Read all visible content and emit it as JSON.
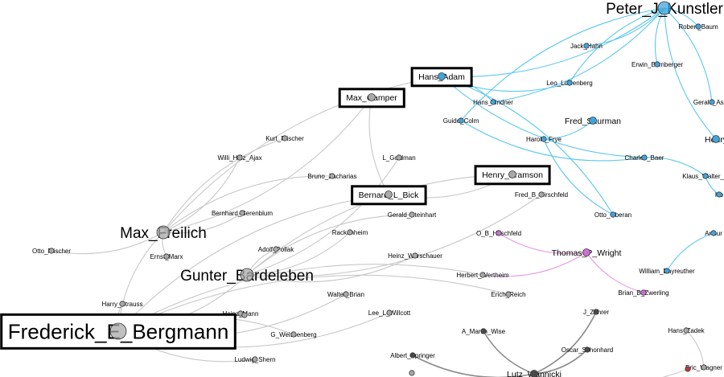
{
  "graph": {
    "colors": {
      "gray_edge": "#c8c8c8",
      "dark_edge": "#8c8c8c",
      "blue_edge": "#5ac8ee",
      "pink_edge": "#e79ae6",
      "gray_node": "#a9a9a9",
      "blue_node": "#3fa6dc",
      "pink_node": "#cf6fd4",
      "dark_node": "#4a4a4a",
      "red_node": "#c23b3b"
    },
    "nodes": [
      {
        "id": "kunstler",
        "label": "Peter_J_Kunstler",
        "group": "blue",
        "size": "large",
        "highlighted": false
      },
      {
        "id": "baum",
        "label": "Robert_Baum",
        "group": "blue",
        "size": "tiny",
        "highlighted": false
      },
      {
        "id": "jhahn",
        "label": "Jack_Hahn",
        "group": "blue",
        "size": "tiny",
        "highlighted": false
      },
      {
        "id": "bamberger",
        "label": "Erwin_Bamberger",
        "group": "blue",
        "size": "tiny",
        "highlighted": false
      },
      {
        "id": "adam",
        "label": "Hans_Adam",
        "group": "blue",
        "size": "small",
        "highlighted": true
      },
      {
        "id": "lowenberg",
        "label": "Leo_Lowenberg",
        "group": "blue",
        "size": "tiny",
        "highlighted": false
      },
      {
        "id": "gasch",
        "label": "Gerald_Asch",
        "group": "blue",
        "size": "tiny",
        "highlighted": false
      },
      {
        "id": "gamper",
        "label": "Max_Gamper",
        "group": "gray",
        "size": "small",
        "highlighted": true
      },
      {
        "id": "lindner",
        "label": "Hans_Lindner",
        "group": "blue",
        "size": "tiny",
        "highlighted": false
      },
      {
        "id": "colm",
        "label": "Guido_Colm",
        "group": "blue",
        "size": "tiny",
        "highlighted": false
      },
      {
        "id": "shurman",
        "label": "Fred_Shurman",
        "group": "blue",
        "size": "small",
        "highlighted": false
      },
      {
        "id": "henry",
        "label": "Henry",
        "group": "blue",
        "size": "small",
        "highlighted": false
      },
      {
        "id": "plischer",
        "label": "Kurt_Plischer",
        "group": "gray",
        "size": "tiny",
        "highlighted": false
      },
      {
        "id": "frye",
        "label": "Harold_Frye",
        "group": "blue",
        "size": "tiny",
        "highlighted": false
      },
      {
        "id": "ajax",
        "label": "Willi_Holz_Ajax",
        "group": "gray",
        "size": "tiny",
        "highlighted": false
      },
      {
        "id": "goldman",
        "label": "L_Goldman",
        "group": "gray",
        "size": "tiny",
        "highlighted": false
      },
      {
        "id": "baer",
        "label": "Charles_Baer",
        "group": "blue",
        "size": "tiny",
        "highlighted": false
      },
      {
        "id": "zacharias",
        "label": "Bruno_Zacharias",
        "group": "gray",
        "size": "tiny",
        "highlighted": false
      },
      {
        "id": "bramson",
        "label": "Henry_Bramson",
        "group": "gray",
        "size": "small",
        "highlighted": true
      },
      {
        "id": "walter",
        "label": "Klaus_Walter_H",
        "group": "blue",
        "size": "tiny",
        "highlighted": false
      },
      {
        "id": "bick",
        "label": "Bernard_L_Bick",
        "group": "gray",
        "size": "small",
        "highlighted": true
      },
      {
        "id": "hirschfeld",
        "label": "Fred_B_Hirschfeld",
        "group": "gray",
        "size": "tiny",
        "highlighted": false
      },
      {
        "id": "ho",
        "label": "Ho",
        "group": "blue",
        "size": "tiny",
        "highlighted": false
      },
      {
        "id": "berenblum",
        "label": "Bernhard_Berenblum",
        "group": "gray",
        "size": "tiny",
        "highlighted": false
      },
      {
        "id": "steinhart",
        "label": "Gerald_Steinhart",
        "group": "gray",
        "size": "tiny",
        "highlighted": false
      },
      {
        "id": "oberan",
        "label": "Otto_Oberan",
        "group": "blue",
        "size": "tiny",
        "highlighted": false
      },
      {
        "id": "freilich",
        "label": "Max_Freilich",
        "group": "gray",
        "size": "large",
        "highlighted": false
      },
      {
        "id": "rackenheim",
        "label": "Rackenheim",
        "group": "gray",
        "size": "tiny",
        "highlighted": false
      },
      {
        "id": "hoschfeld",
        "label": "O_B_Hoschfeld",
        "group": "pink",
        "size": "tiny",
        "highlighted": false
      },
      {
        "id": "arthur",
        "label": "Arthur",
        "group": "blue",
        "size": "tiny",
        "highlighted": false
      },
      {
        "id": "otto",
        "label": "Otto_Plischer",
        "group": "gray",
        "size": "tiny",
        "highlighted": false
      },
      {
        "id": "pollak",
        "label": "Adolf_Pollak",
        "group": "gray",
        "size": "tiny",
        "highlighted": false
      },
      {
        "id": "marx",
        "label": "Ernst_Marx",
        "group": "gray",
        "size": "tiny",
        "highlighted": false
      },
      {
        "id": "warschauer",
        "label": "Heinz_Warschauer",
        "group": "gray",
        "size": "tiny",
        "highlighted": false
      },
      {
        "id": "wright",
        "label": "Thomas_P_Wright",
        "group": "pink",
        "size": "small",
        "highlighted": false
      },
      {
        "id": "bardeleben",
        "label": "Gunter_Bardeleben",
        "group": "gray",
        "size": "large",
        "highlighted": false
      },
      {
        "id": "bayreuther",
        "label": "William_Bayreuther",
        "group": "blue",
        "size": "tiny",
        "highlighted": false
      },
      {
        "id": "wertheim",
        "label": "Herbert_Wertheim",
        "group": "gray",
        "size": "tiny",
        "highlighted": false
      },
      {
        "id": "brian",
        "label": "Walter_Brian",
        "group": "gray",
        "size": "tiny",
        "highlighted": false
      },
      {
        "id": "reich",
        "label": "Erich_Reich",
        "group": "gray",
        "size": "tiny",
        "highlighted": false
      },
      {
        "id": "zwerling",
        "label": "Brian_B_Zwerling",
        "group": "pink",
        "size": "tiny",
        "highlighted": false
      },
      {
        "id": "strauss",
        "label": "Harry_Strauss",
        "group": "gray",
        "size": "tiny",
        "highlighted": false
      },
      {
        "id": "heinzmann",
        "label": "Heinz_Mann",
        "group": "gray",
        "size": "tiny",
        "highlighted": false
      },
      {
        "id": "willcott",
        "label": "Lee_L_Willcott",
        "group": "gray",
        "size": "tiny",
        "highlighted": false
      },
      {
        "id": "zahrer",
        "label": "J_Zahrer",
        "group": "dark",
        "size": "tiny",
        "highlighted": false
      },
      {
        "id": "bergmann",
        "label": "Frederick_E_Bergmann",
        "group": "gray",
        "size": "xlarge",
        "highlighted": true
      },
      {
        "id": "weissenberg",
        "label": "G_Weissenberg",
        "group": "gray",
        "size": "tiny",
        "highlighted": false
      },
      {
        "id": "mwise",
        "label": "A_Martin_Wise",
        "group": "dark",
        "size": "tiny",
        "highlighted": false
      },
      {
        "id": "zadek",
        "label": "Hans_Zadek",
        "group": "gray",
        "size": "tiny",
        "highlighted": false
      },
      {
        "id": "shern",
        "label": "Ludwig_Shern",
        "group": "gray",
        "size": "tiny",
        "highlighted": false
      },
      {
        "id": "schonhard",
        "label": "Oscar_Schonhard",
        "group": "dark",
        "size": "tiny",
        "highlighted": false
      },
      {
        "id": "springer",
        "label": "Albert_Springer",
        "group": "dark",
        "size": "tiny",
        "highlighted": false
      },
      {
        "id": "wagner",
        "label": "Eric_Wagner",
        "group": "gray",
        "size": "tiny",
        "highlighted": false
      },
      {
        "id": "wannicki",
        "label": "Lutz_Wannicki",
        "group": "dark",
        "size": "small",
        "highlighted": false
      },
      {
        "id": "hmark",
        "label": "",
        "group": "red",
        "size": "tiny",
        "highlighted": false
      },
      {
        "id": "bm1",
        "label": "",
        "group": "gray",
        "size": "tiny",
        "highlighted": false
      },
      {
        "id": "bm2",
        "label": "",
        "group": "gray",
        "size": "tiny",
        "highlighted": false
      }
    ],
    "edges": [
      {
        "from": "kunstler",
        "to": "jhahn",
        "color": "blue"
      },
      {
        "from": "kunstler",
        "to": "bamberger",
        "color": "blue"
      },
      {
        "from": "kunstler",
        "to": "adam",
        "color": "blue"
      },
      {
        "from": "kunstler",
        "to": "lowenberg",
        "color": "blue"
      },
      {
        "from": "kunstler",
        "to": "lindner",
        "color": "blue"
      },
      {
        "from": "kunstler",
        "to": "colm",
        "color": "blue"
      },
      {
        "from": "kunstler",
        "to": "gasch",
        "color": "blue"
      },
      {
        "from": "kunstler",
        "to": "henry",
        "color": "blue"
      },
      {
        "from": "kunstler",
        "to": "baum",
        "color": "blue"
      },
      {
        "from": "adam",
        "to": "lowenberg",
        "color": "blue"
      },
      {
        "from": "adam",
        "to": "lindner",
        "color": "blue"
      },
      {
        "from": "adam",
        "to": "baer",
        "color": "blue"
      },
      {
        "from": "adam",
        "to": "oberan",
        "color": "blue"
      },
      {
        "from": "colm",
        "to": "baer",
        "color": "blue"
      },
      {
        "from": "shurman",
        "to": "frye",
        "color": "blue"
      },
      {
        "from": "frye",
        "to": "oberan",
        "color": "blue"
      },
      {
        "from": "baer",
        "to": "walter",
        "color": "blue"
      },
      {
        "from": "walter",
        "to": "ho",
        "color": "blue"
      },
      {
        "from": "bayreuther",
        "to": "arthur",
        "color": "blue"
      },
      {
        "from": "gamper",
        "to": "bick",
        "color": "gray"
      },
      {
        "from": "gamper",
        "to": "freilich",
        "color": "gray"
      },
      {
        "from": "adam",
        "to": "freilich",
        "color": "gray"
      },
      {
        "from": "goldman",
        "to": "bardeleben",
        "color": "gray"
      },
      {
        "from": "plischer",
        "to": "freilich",
        "color": "gray"
      },
      {
        "from": "ajax",
        "to": "freilich",
        "color": "gray"
      },
      {
        "from": "zacharias",
        "to": "freilich",
        "color": "gray"
      },
      {
        "from": "berenblum",
        "to": "freilich",
        "color": "gray"
      },
      {
        "from": "otto",
        "to": "freilich",
        "color": "gray"
      },
      {
        "from": "marx",
        "to": "freilich",
        "color": "gray"
      },
      {
        "from": "freilich",
        "to": "bergmann",
        "color": "gray"
      },
      {
        "from": "bardeleben",
        "to": "bergmann",
        "color": "gray"
      },
      {
        "from": "bramson",
        "to": "bardeleben",
        "color": "gray"
      },
      {
        "from": "bramson",
        "to": "bick",
        "color": "gray"
      },
      {
        "from": "bick",
        "to": "bergmann",
        "color": "gray"
      },
      {
        "from": "rackenheim",
        "to": "bardeleben",
        "color": "gray"
      },
      {
        "from": "pollak",
        "to": "bardeleben",
        "color": "gray"
      },
      {
        "from": "warschauer",
        "to": "bardeleben",
        "color": "gray"
      },
      {
        "from": "steinhart",
        "to": "bardeleben",
        "color": "gray"
      },
      {
        "from": "hirschfeld",
        "to": "bardeleben",
        "color": "gray"
      },
      {
        "from": "wertheim",
        "to": "bergmann",
        "color": "gray"
      },
      {
        "from": "brian",
        "to": "bergmann",
        "color": "gray"
      },
      {
        "from": "reich",
        "to": "bergmann",
        "color": "gray"
      },
      {
        "from": "willcott",
        "to": "bergmann",
        "color": "gray"
      },
      {
        "from": "strauss",
        "to": "bergmann",
        "color": "gray"
      },
      {
        "from": "heinzmann",
        "to": "bergmann",
        "color": "gray"
      },
      {
        "from": "weissenberg",
        "to": "bergmann",
        "color": "gray"
      },
      {
        "from": "shern",
        "to": "bergmann",
        "color": "gray"
      },
      {
        "from": "hoschfeld",
        "to": "wright",
        "color": "pink"
      },
      {
        "from": "wright",
        "to": "wertheim",
        "color": "pink"
      },
      {
        "from": "wright",
        "to": "zwerling",
        "color": "pink"
      },
      {
        "from": "zahrer",
        "to": "wannicki",
        "color": "dark"
      },
      {
        "from": "mwise",
        "to": "wannicki",
        "color": "dark"
      },
      {
        "from": "schonhard",
        "to": "wannicki",
        "color": "dark"
      },
      {
        "from": "springer",
        "to": "wannicki",
        "color": "dark"
      },
      {
        "from": "zadek",
        "to": "wagner",
        "color": "gray"
      },
      {
        "from": "wannicki",
        "to": "hmark",
        "color": "gray"
      }
    ]
  }
}
